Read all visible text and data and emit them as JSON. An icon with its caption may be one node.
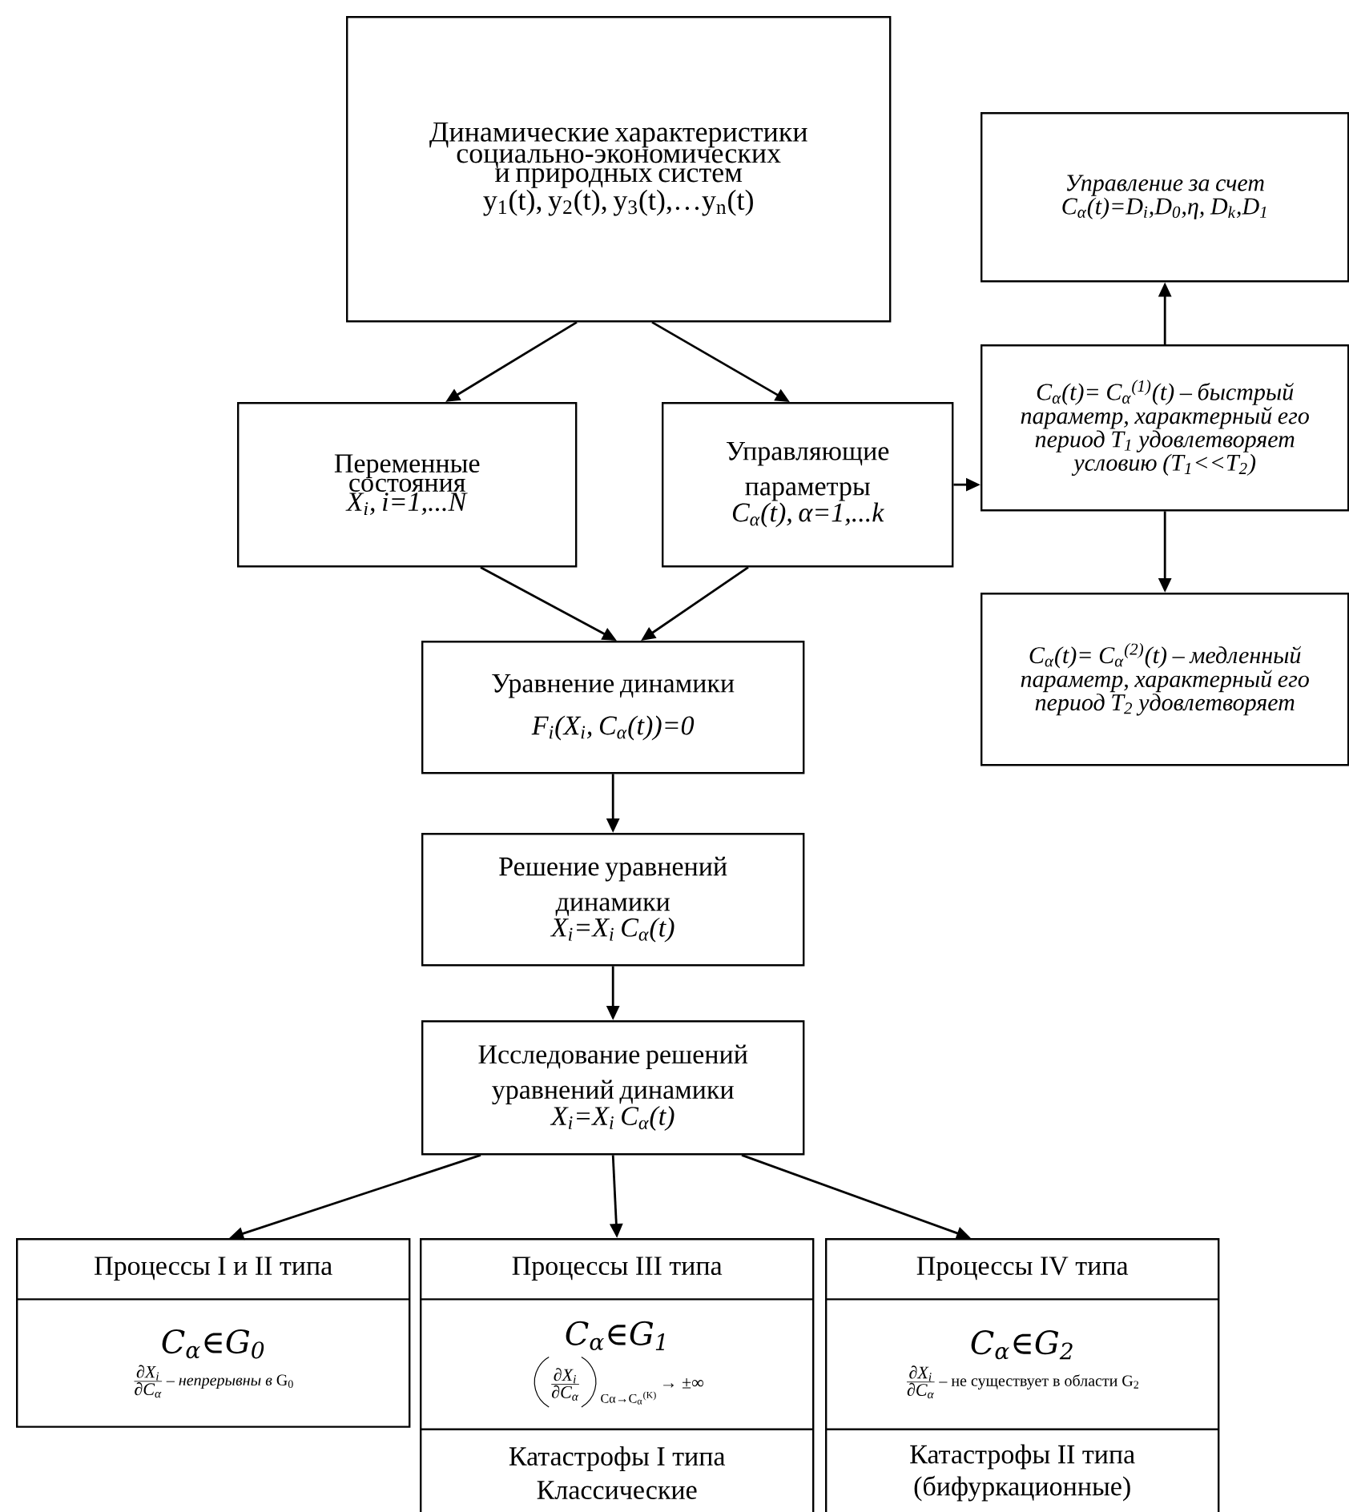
{
  "diagram": {
    "nodes": [
      {
        "text": [
          "Динамические характеристики социально-экономических и природных систем y$_{1}$(t), y$_{2}$(t), y$_{3}$(t),…y$_{n}$(t)"
        ]
      },
      {
        "text": [
          "Переменные состояния *X$_{i}$, i=1,...N*"
        ]
      },
      {
        "text": [
          "Управляющие параметры",
          "C$_{α}$(t), α=1,...k"
        ]
      },
      {
        "text": [
          "Уравнение динамики",
          "F$_{i}$(X$_{i}$, C$_{α}$(t))=0"
        ]
      },
      {
        "text": [
          "Решение уравнений динамики",
          "X$_{i}$=X$_{i}$ C$_{α}$(t)"
        ]
      },
      {
        "text": [
          "Исследование решений уравнений динамики",
          "X$_{i}$=X$_{i}$ C$_{α}$(t)"
        ]
      },
      {
        "text": [
          "Процессы I и II типа",
          "C$_{α}$∈G$_{0}$",
          "∂X$_{i}$",
          "∂C$_{α}$",
          "– *непрерывны в* G$_{0}$"
        ]
      },
      {
        "text": [
          "Процессы III типа",
          "C$_{α}$∈G$_{1}$",
          "∂X$_{i}$",
          "∂C$_{α}$",
          "Cα→C$_{α}$$^{(K)}$",
          "→ ±∞",
          "Катастрофы I типа Классические"
        ]
      },
      {
        "text": [
          "Процессы IV типа",
          "C$_{α}$∈G$_{2}$",
          "∂X$_{i}$",
          "∂C$_{α}$",
          "– не существует в области G$_{2}$",
          "Катастрофы II типа (бифуркационные)"
        ]
      },
      {
        "text": [
          "Управление за счет C$_{α}$(t)=D$_{i}$,D$_{0}$,η, D$_{k}$,D$_{1}$"
        ]
      },
      {
        "text": [
          "C$_{α}$(t)= C$_{α}$$^{(1)}$(t) – быстрый параметр, характерный его период T$_{1}$ удовлетворяет условию (T$_{1}$<<T$_{2}$)"
        ]
      },
      {
        "text": [
          "C$_{α}$(t)= C$_{α}$$^{(2)}$(t) – медленный параметр, характерный его период T$_{2}$ удовлетворяет"
        ]
      }
    ],
    "edges": [
      {
        "from": 0,
        "to": 1,
        "arrow": "to"
      },
      {
        "from": 0,
        "to": 2,
        "arrow": "to"
      },
      {
        "from": 1,
        "to": 3,
        "arrow": "to"
      },
      {
        "from": 2,
        "to": 3,
        "arrow": "to"
      },
      {
        "from": 3,
        "to": 4,
        "arrow": "to"
      },
      {
        "from": 4,
        "to": 5,
        "arrow": "to"
      },
      {
        "from": 5,
        "to": 6,
        "arrow": "to"
      },
      {
        "from": 5,
        "to": 7,
        "arrow": "to"
      },
      {
        "from": 5,
        "to": 8,
        "arrow": "to"
      },
      {
        "from": 2,
        "to": 10,
        "arrow": "to"
      },
      {
        "from": 10,
        "to": 9,
        "arrow": "to"
      },
      {
        "from": 10,
        "to": 11,
        "arrow": "to"
      }
    ]
  }
}
